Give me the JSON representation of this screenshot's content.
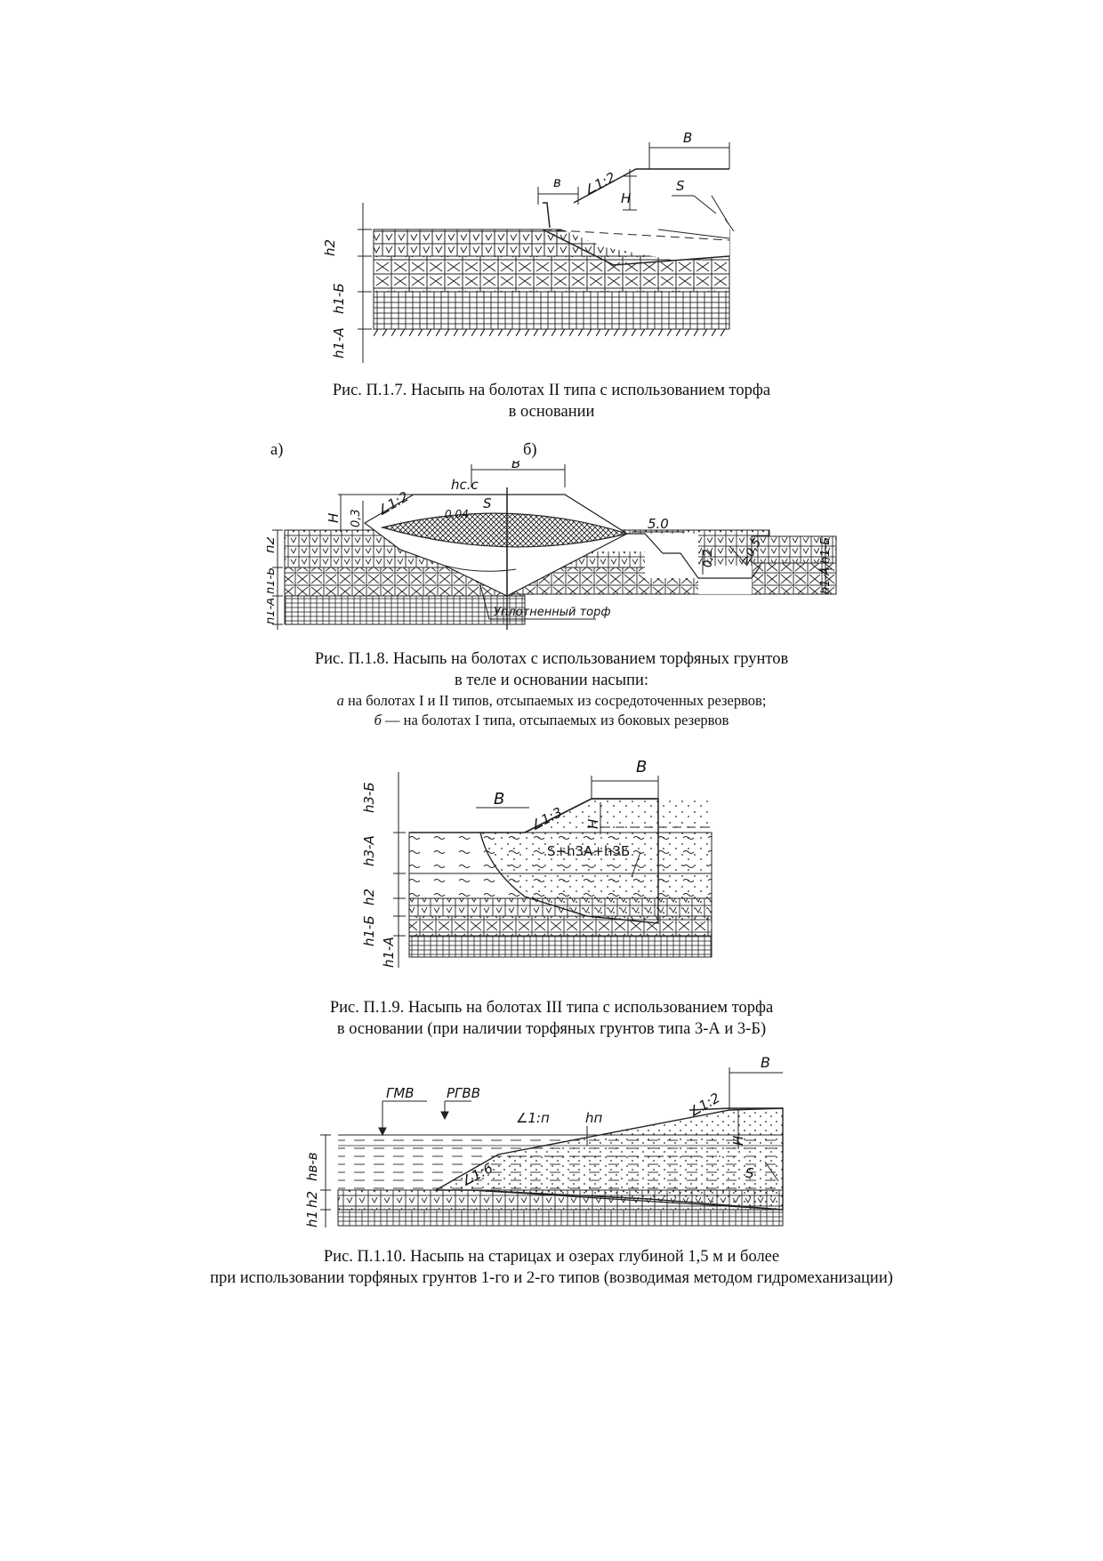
{
  "figures": [
    {
      "id": "fig-1-7",
      "caption_lines": [
        "Рис. П.1.7. Насыпь на болотах II типа с использованием торфа",
        "в основании"
      ],
      "labels": {
        "B": "B",
        "b": "в",
        "slope": "∠1:2",
        "H": "H",
        "S": "S",
        "h2": "h2",
        "h1b": "h1-Б",
        "h1a": "h1-А"
      }
    },
    {
      "id": "fig-1-8",
      "subfig_a": "а)",
      "subfig_b": "б)",
      "caption_lines": [
        "Рис. П.1.8. Насыпь на болотах с использованием торфяных грунтов",
        "в теле и основании насыпи:"
      ],
      "caption_a_letter": "а",
      "caption_a_text": " на болотах I и II типов, отсыпаемых из сосредоточенных резервов;",
      "caption_b_letter": "б",
      "caption_b_text": " — на болотах I типа, отсыпаемых из боковых резервов",
      "labels": {
        "B": "B",
        "hcc": "hс.с",
        "slope": "∠1:2",
        "S": "S",
        "d004": "0,04",
        "d03": "0,3",
        "H": "H",
        "w50": "5.0",
        "d02": "0,2",
        "d05": "≥0,5",
        "h2": "h2",
        "h1b": "h1-Б",
        "h1a": "h1-А",
        "compacted": "Уплотненный торф"
      }
    },
    {
      "id": "fig-1-9",
      "caption_lines": [
        "Рис. П.1.9. Насыпь на болотах III типа с использованием торфа",
        "в основании (при наличии торфяных грунтов типа 3-А и 3-Б)"
      ],
      "labels": {
        "B": "B",
        "b": "B",
        "slope": "∠1:3",
        "H": "H",
        "S": "S+h3A+h3Б",
        "h3b": "h3-Б",
        "h3a": "h3-А",
        "h2": "h2",
        "h1b": "h1-Б",
        "h1a": "h1-А"
      }
    },
    {
      "id": "fig-1-10",
      "caption_lines": [
        "Рис. П.1.10. Насыпь на старицах и озерах глубиной 1,5 м и более",
        "при использовании торфяных грунтов 1-го и 2-го типов (возводимая методом гидромеханизации)"
      ],
      "labels": {
        "B": "B",
        "gmv": "ГМВ",
        "rgvv": "РГВВ",
        "slope_n": "∠1:п",
        "hn": "hп",
        "slope2": "∠1:2",
        "H": "H",
        "slope6": "∠1:6",
        "S": "S",
        "hvv": "hв-в",
        "h2": "h2",
        "h1": "h1"
      }
    }
  ]
}
